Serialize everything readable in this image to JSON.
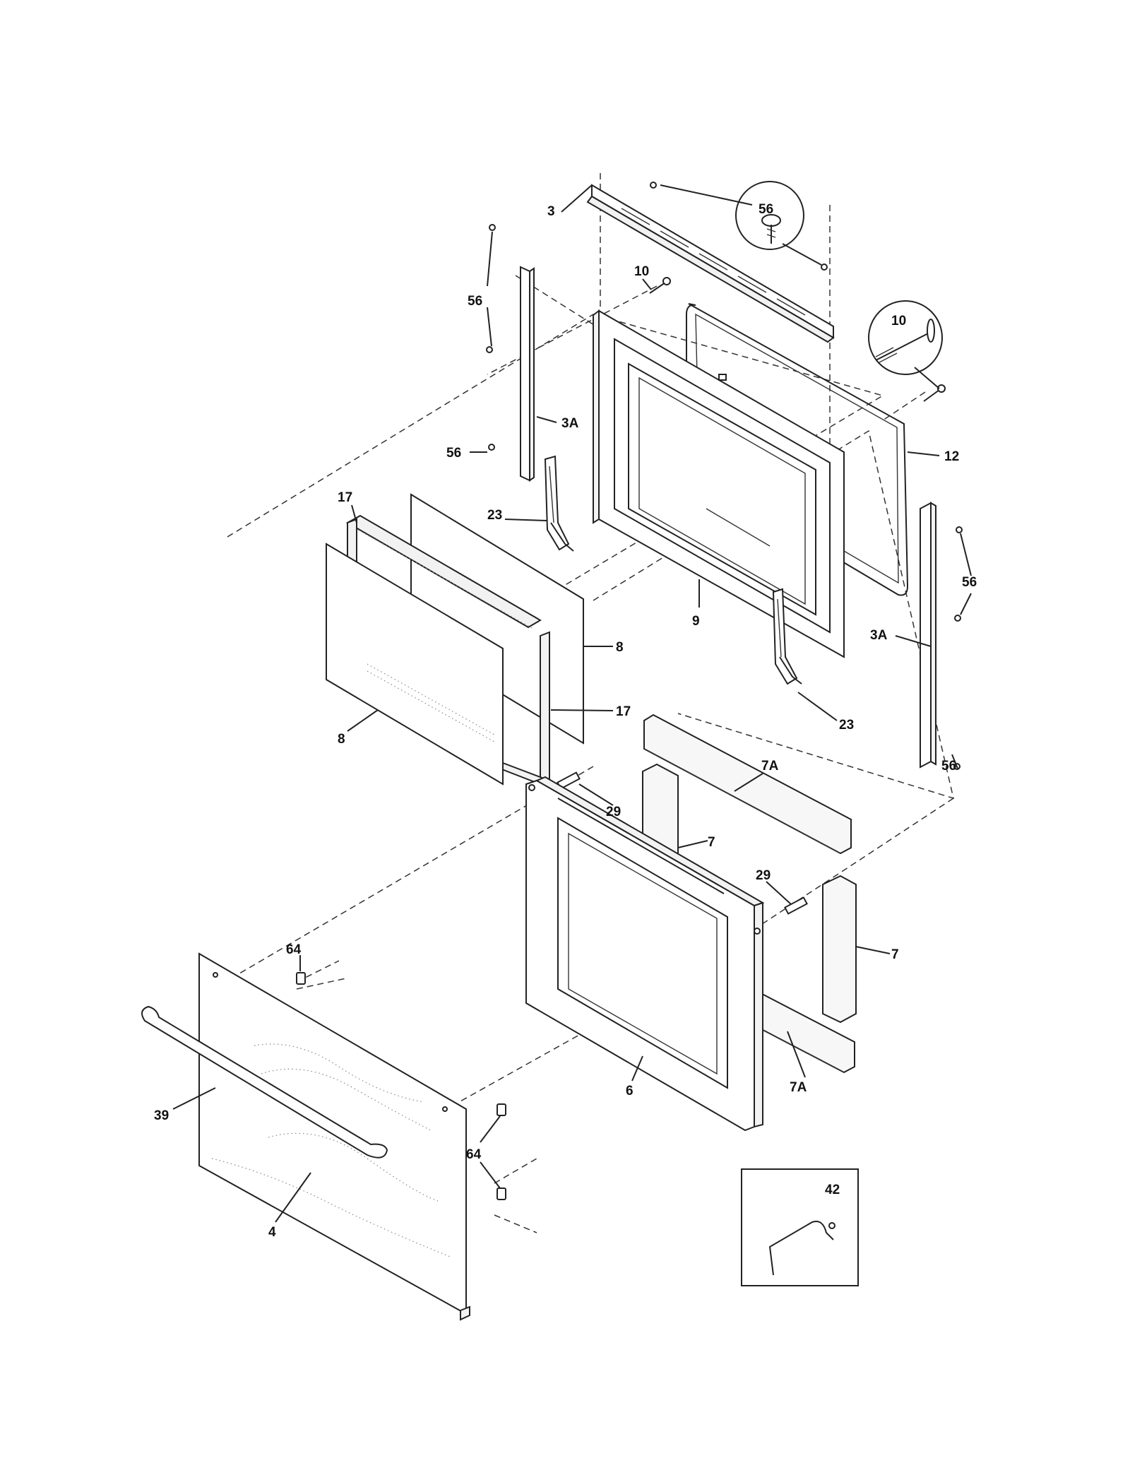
{
  "callouts": {
    "c3": "3",
    "c56_circle": "56",
    "c10_small": "10",
    "c56_left_top": "56",
    "c10_circle": "10",
    "c3a_left": "3A",
    "c56_left_mid": "56",
    "c12": "12",
    "c17_top": "17",
    "c23_left": "23",
    "c56_right_top": "56",
    "c9": "9",
    "c3a_right": "3A",
    "c8_right": "8",
    "c23_right": "23",
    "c17_mid": "17",
    "c8_left": "8",
    "c56_right_bottom": "56",
    "c7a_top": "7A",
    "c29_top": "29",
    "c7_top": "7",
    "c29_right": "29",
    "c7_right": "7",
    "c64_top": "64",
    "c7a_bottom": "7A",
    "c6": "6",
    "c39": "39",
    "c64_bottom": "64",
    "c42": "42",
    "c4": "4"
  }
}
